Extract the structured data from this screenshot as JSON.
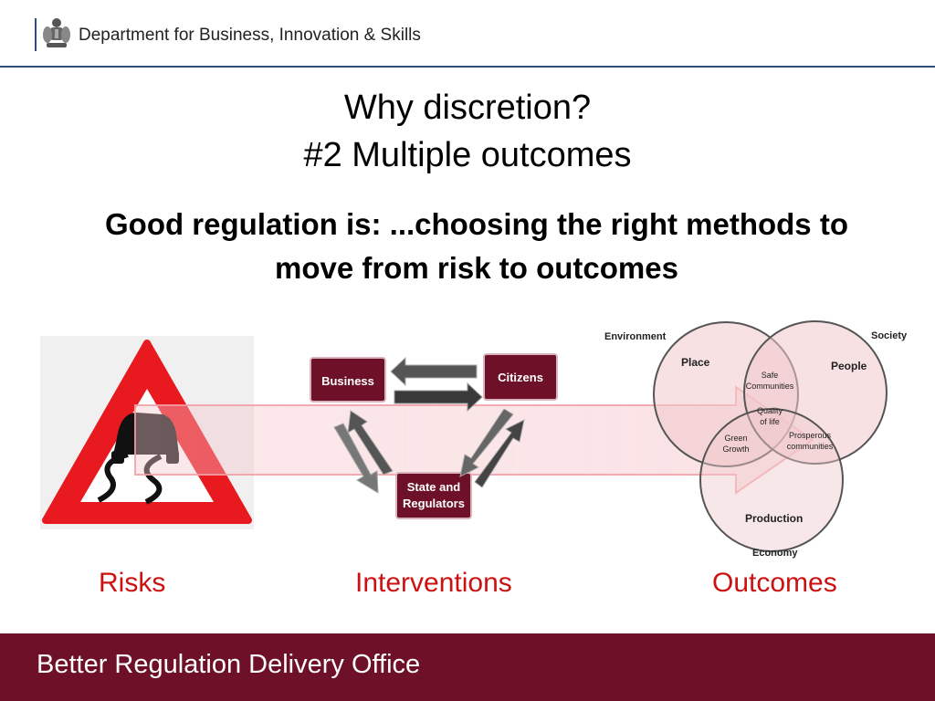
{
  "header": {
    "department": "Department for Business, Innovation & Skills",
    "crest_icon": "royal-crest-icon"
  },
  "title": {
    "line1": "Why discretion?",
    "line2": "#2 Multiple outcomes"
  },
  "subheading": {
    "line1": "Good regulation is: ...choosing the right methods to",
    "line2": "move from risk to outcomes"
  },
  "diagram": {
    "risk_icon": "slippery-road-warning-icon",
    "actors": {
      "business": "Business",
      "citizens": "Citizens",
      "state_line1": "State and",
      "state_line2": "Regulators"
    },
    "venn": {
      "environment": "Environment",
      "society": "Society",
      "economy": "Economy",
      "place": "Place",
      "people": "People",
      "production": "Production",
      "safe_line1": "Safe",
      "safe_line2": "Communities",
      "quality_line1": "Quality",
      "quality_line2": "of life",
      "green_line1": "Green",
      "green_line2": "Growth",
      "prosperous_line1": "Prosperous",
      "prosperous_line2": "communities"
    }
  },
  "labels": {
    "risks": "Risks",
    "interventions": "Interventions",
    "outcomes": "Outcomes"
  },
  "footer": {
    "text": "Better Regulation Delivery Office"
  },
  "colors": {
    "accent_maroon": "#6e1028",
    "label_red": "#cc1111",
    "header_rule": "#2f4f7a"
  }
}
